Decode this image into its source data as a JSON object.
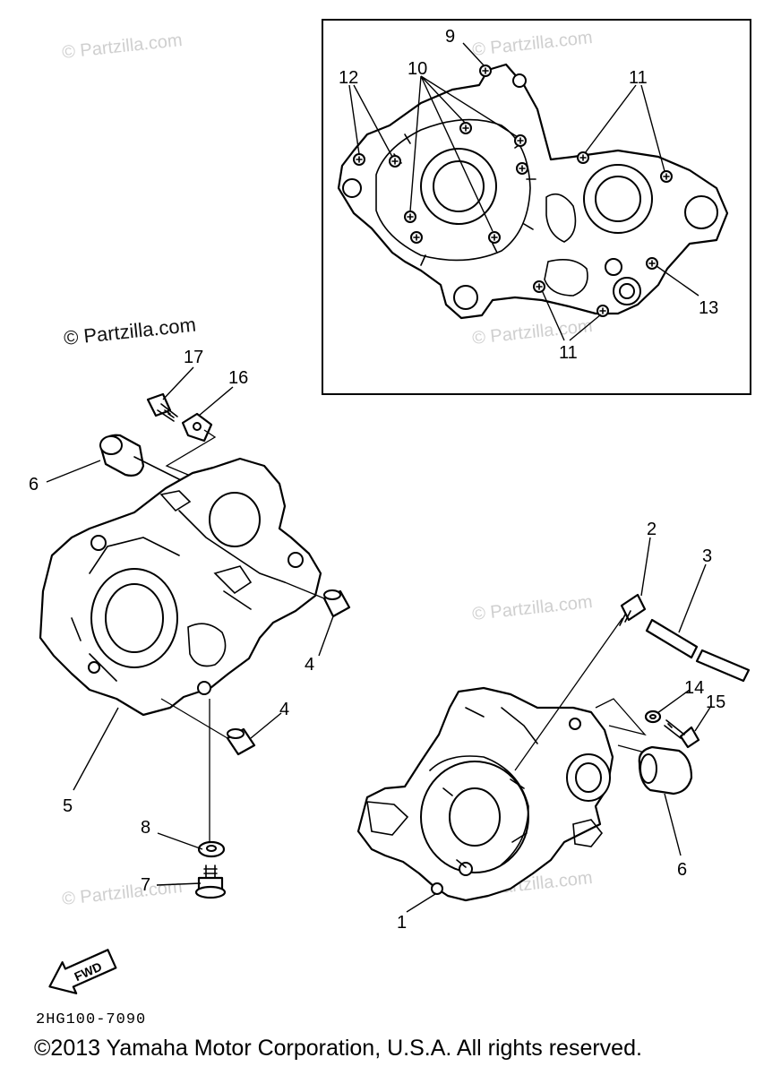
{
  "watermarks": [
    "© Partzilla.com",
    "© Partzilla.com",
    "© Partzilla.com",
    "© Partzilla.com",
    "© Partzilla.com",
    "© Partzilla.com",
    "© Partzilla.com"
  ],
  "callouts": {
    "c1": "1",
    "c2": "2",
    "c3": "3",
    "c4a": "4",
    "c4b": "4",
    "c5": "5",
    "c6a": "6",
    "c6b": "6",
    "c7": "7",
    "c8": "8",
    "c9": "9",
    "c10": "10",
    "c11a": "11",
    "c11b": "11",
    "c12": "12",
    "c13": "13",
    "c14": "14",
    "c15": "15",
    "c16": "16",
    "c17": "17"
  },
  "fwd_label": "FWD",
  "diagram_code": "2HG100-7090",
  "copyright": "©2013 Yamaha Motor Corporation, U.S.A. All rights reserved."
}
